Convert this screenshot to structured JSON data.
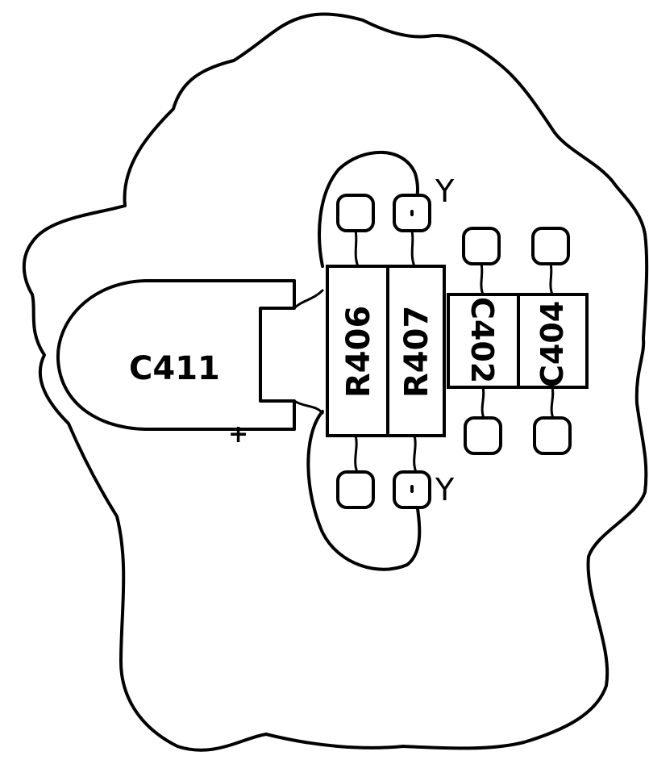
{
  "components": {
    "c411": "C411",
    "r406": "R406",
    "r407": "R407",
    "c402": "C402",
    "c404": "C404"
  },
  "markers": {
    "polarity": "+",
    "y_top": "Y",
    "y_bottom": "Y"
  },
  "colors": {
    "ink": "#000000",
    "paper": "#ffffff"
  }
}
